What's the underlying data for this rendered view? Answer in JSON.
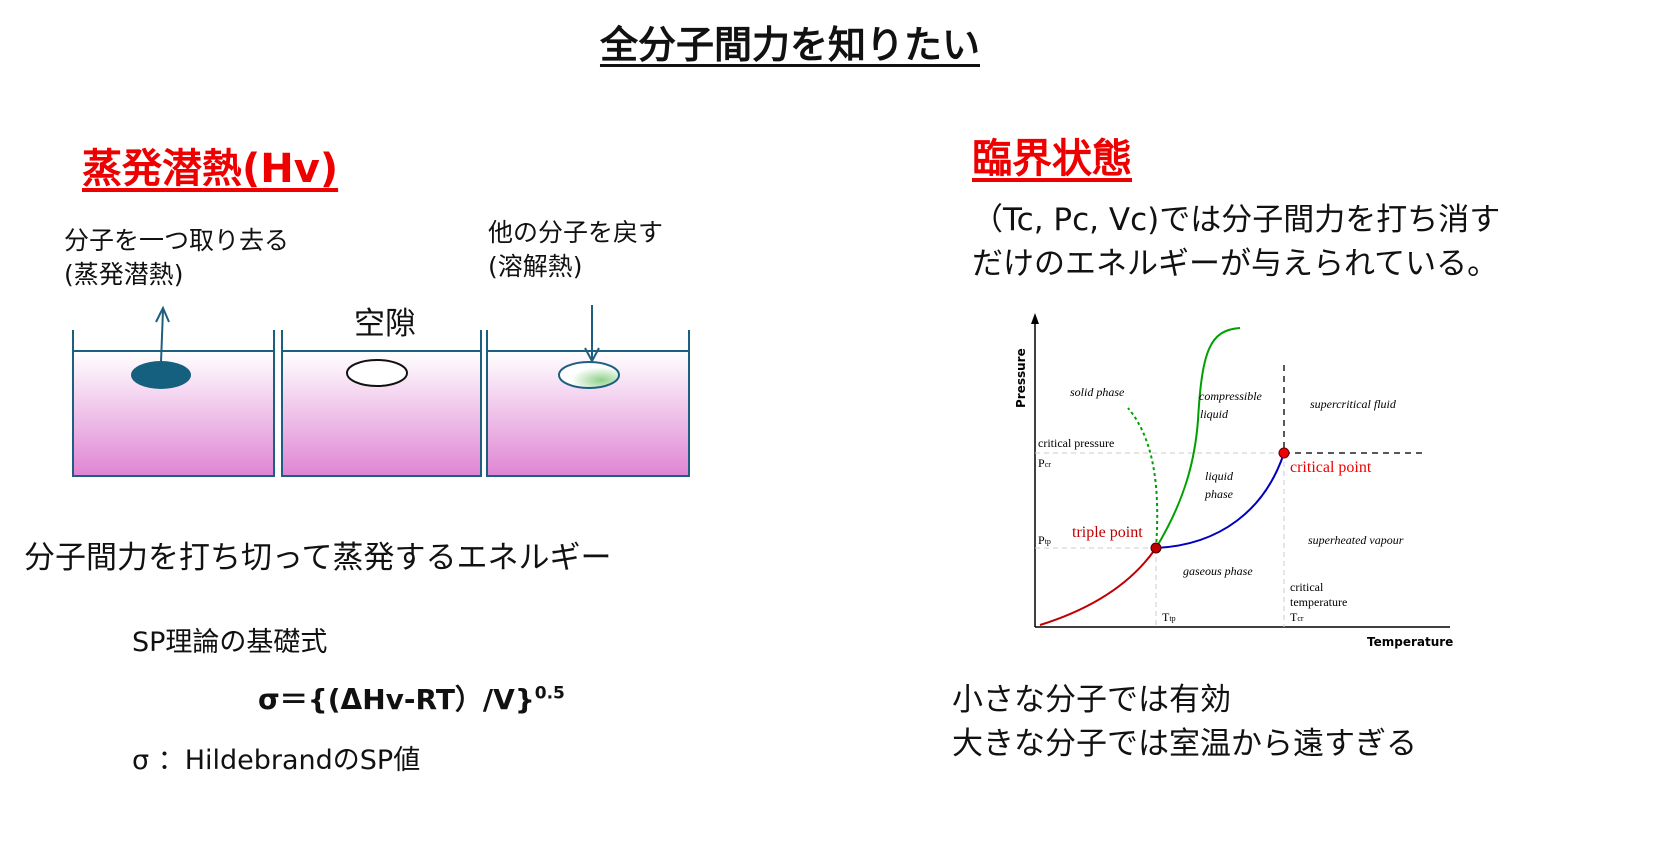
{
  "title": "全分子間力を知りたい",
  "left": {
    "heading": "蒸発潜熱(Hv)",
    "remove_label_1": "分子を一つ取り去る",
    "remove_label_2": "(蒸発潜熱)",
    "return_label_1": "他の分子を戻す",
    "return_label_2": "(溶解熱)",
    "void_label": "空隙",
    "description": "分子間力を打ち切って蒸発するエネルギー",
    "sp_heading": "SP理論の基礎式",
    "formula": "σ＝{(ΔHv-RT）/V}",
    "formula_exp": "0.5",
    "sigma_note": "σ ：HildebrandのSP値"
  },
  "right": {
    "heading": "臨界状態",
    "desc_1": "（Tc, Pc, Vc)では分子間力を打ち消す",
    "desc_2": "だけのエネルギーが与えられている。",
    "conclusion_1": "小さな分子では有効",
    "conclusion_2": "大きな分子では室温から遠すぎる"
  },
  "phase_diagram": {
    "y_axis": "Pressure",
    "x_axis": "Temperature",
    "solid": "solid phase",
    "compressible_1": "compressible",
    "compressible_2": "liquid",
    "supercritical": "supercritical fluid",
    "critical_pressure": "critical pressure",
    "pcr": "P",
    "pcr_sub": "cr",
    "liquid_1": "liquid",
    "liquid_2": "phase",
    "critical_point": "critical point",
    "triple_point": "triple point",
    "ptp": "P",
    "ptp_sub": "tp",
    "superheated": "superheated vapour",
    "gaseous": "gaseous phase",
    "crit_temp_1": "critical",
    "crit_temp_2": "temperature",
    "tcr": "T",
    "tcr_sub": "cr",
    "ttp": "T",
    "ttp_sub": "tp"
  },
  "colors": {
    "heading": "#ee0000",
    "container": "#1e5f80",
    "solid_line": "#c00000",
    "liquid_line": "#00a000",
    "vapour_line": "#0000c0"
  }
}
